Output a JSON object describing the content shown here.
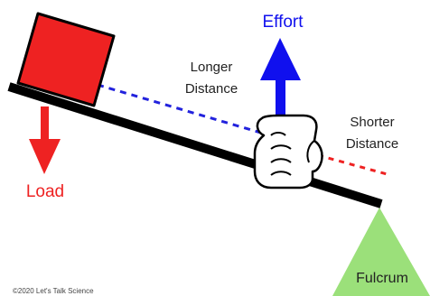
{
  "labels": {
    "effort": "Effort",
    "longer_distance_line1": "Longer",
    "longer_distance_line2": "Distance",
    "shorter_distance_line1": "Shorter",
    "shorter_distance_line2": "Distance",
    "load": "Load",
    "fulcrum": "Fulcrum",
    "copyright": "©2020 Let's Talk Science"
  },
  "colors": {
    "effort": "#1010ee",
    "load": "#ee2222",
    "lever": "#000000",
    "fulcrum": "#9be07a",
    "longer_distance_line": "#2222dd",
    "shorter_distance_line": "#ee2222",
    "text": "#222222"
  },
  "icons": {
    "hand": "hand-fist-icon",
    "load": "red-box-icon"
  }
}
